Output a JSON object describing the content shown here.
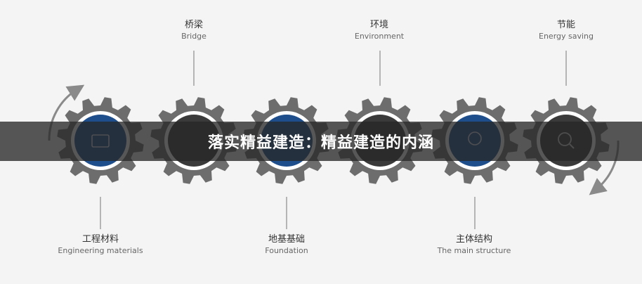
{
  "banner": {
    "title": "落实精益建造：精益建造的内涵"
  },
  "colors": {
    "gear": "#6d6d6d",
    "gear_ring": "#ffffff",
    "core_blue": "#1f4e8c",
    "core_dark": "#3a3a3a",
    "connector": "#b5b5b5",
    "arrow": "#8a8a8a",
    "banner_bg": "#282828"
  },
  "gears": [
    {
      "zh": "工程材料",
      "en": "Engineering materials",
      "core": "blue",
      "icon": "toolbox-icon"
    },
    {
      "zh": "桥梁",
      "en": "Bridge",
      "core": "dark",
      "icon": ""
    },
    {
      "zh": "地基基础",
      "en": "Foundation",
      "core": "blue",
      "icon": ""
    },
    {
      "zh": "环境",
      "en": "Environment",
      "core": "dark",
      "icon": ""
    },
    {
      "zh": "主体结构",
      "en": "The main structure",
      "core": "blue",
      "icon": "globe-icon"
    },
    {
      "zh": "节能",
      "en": "Energy saving",
      "core": "dark",
      "icon": "magnifier-icon"
    }
  ]
}
